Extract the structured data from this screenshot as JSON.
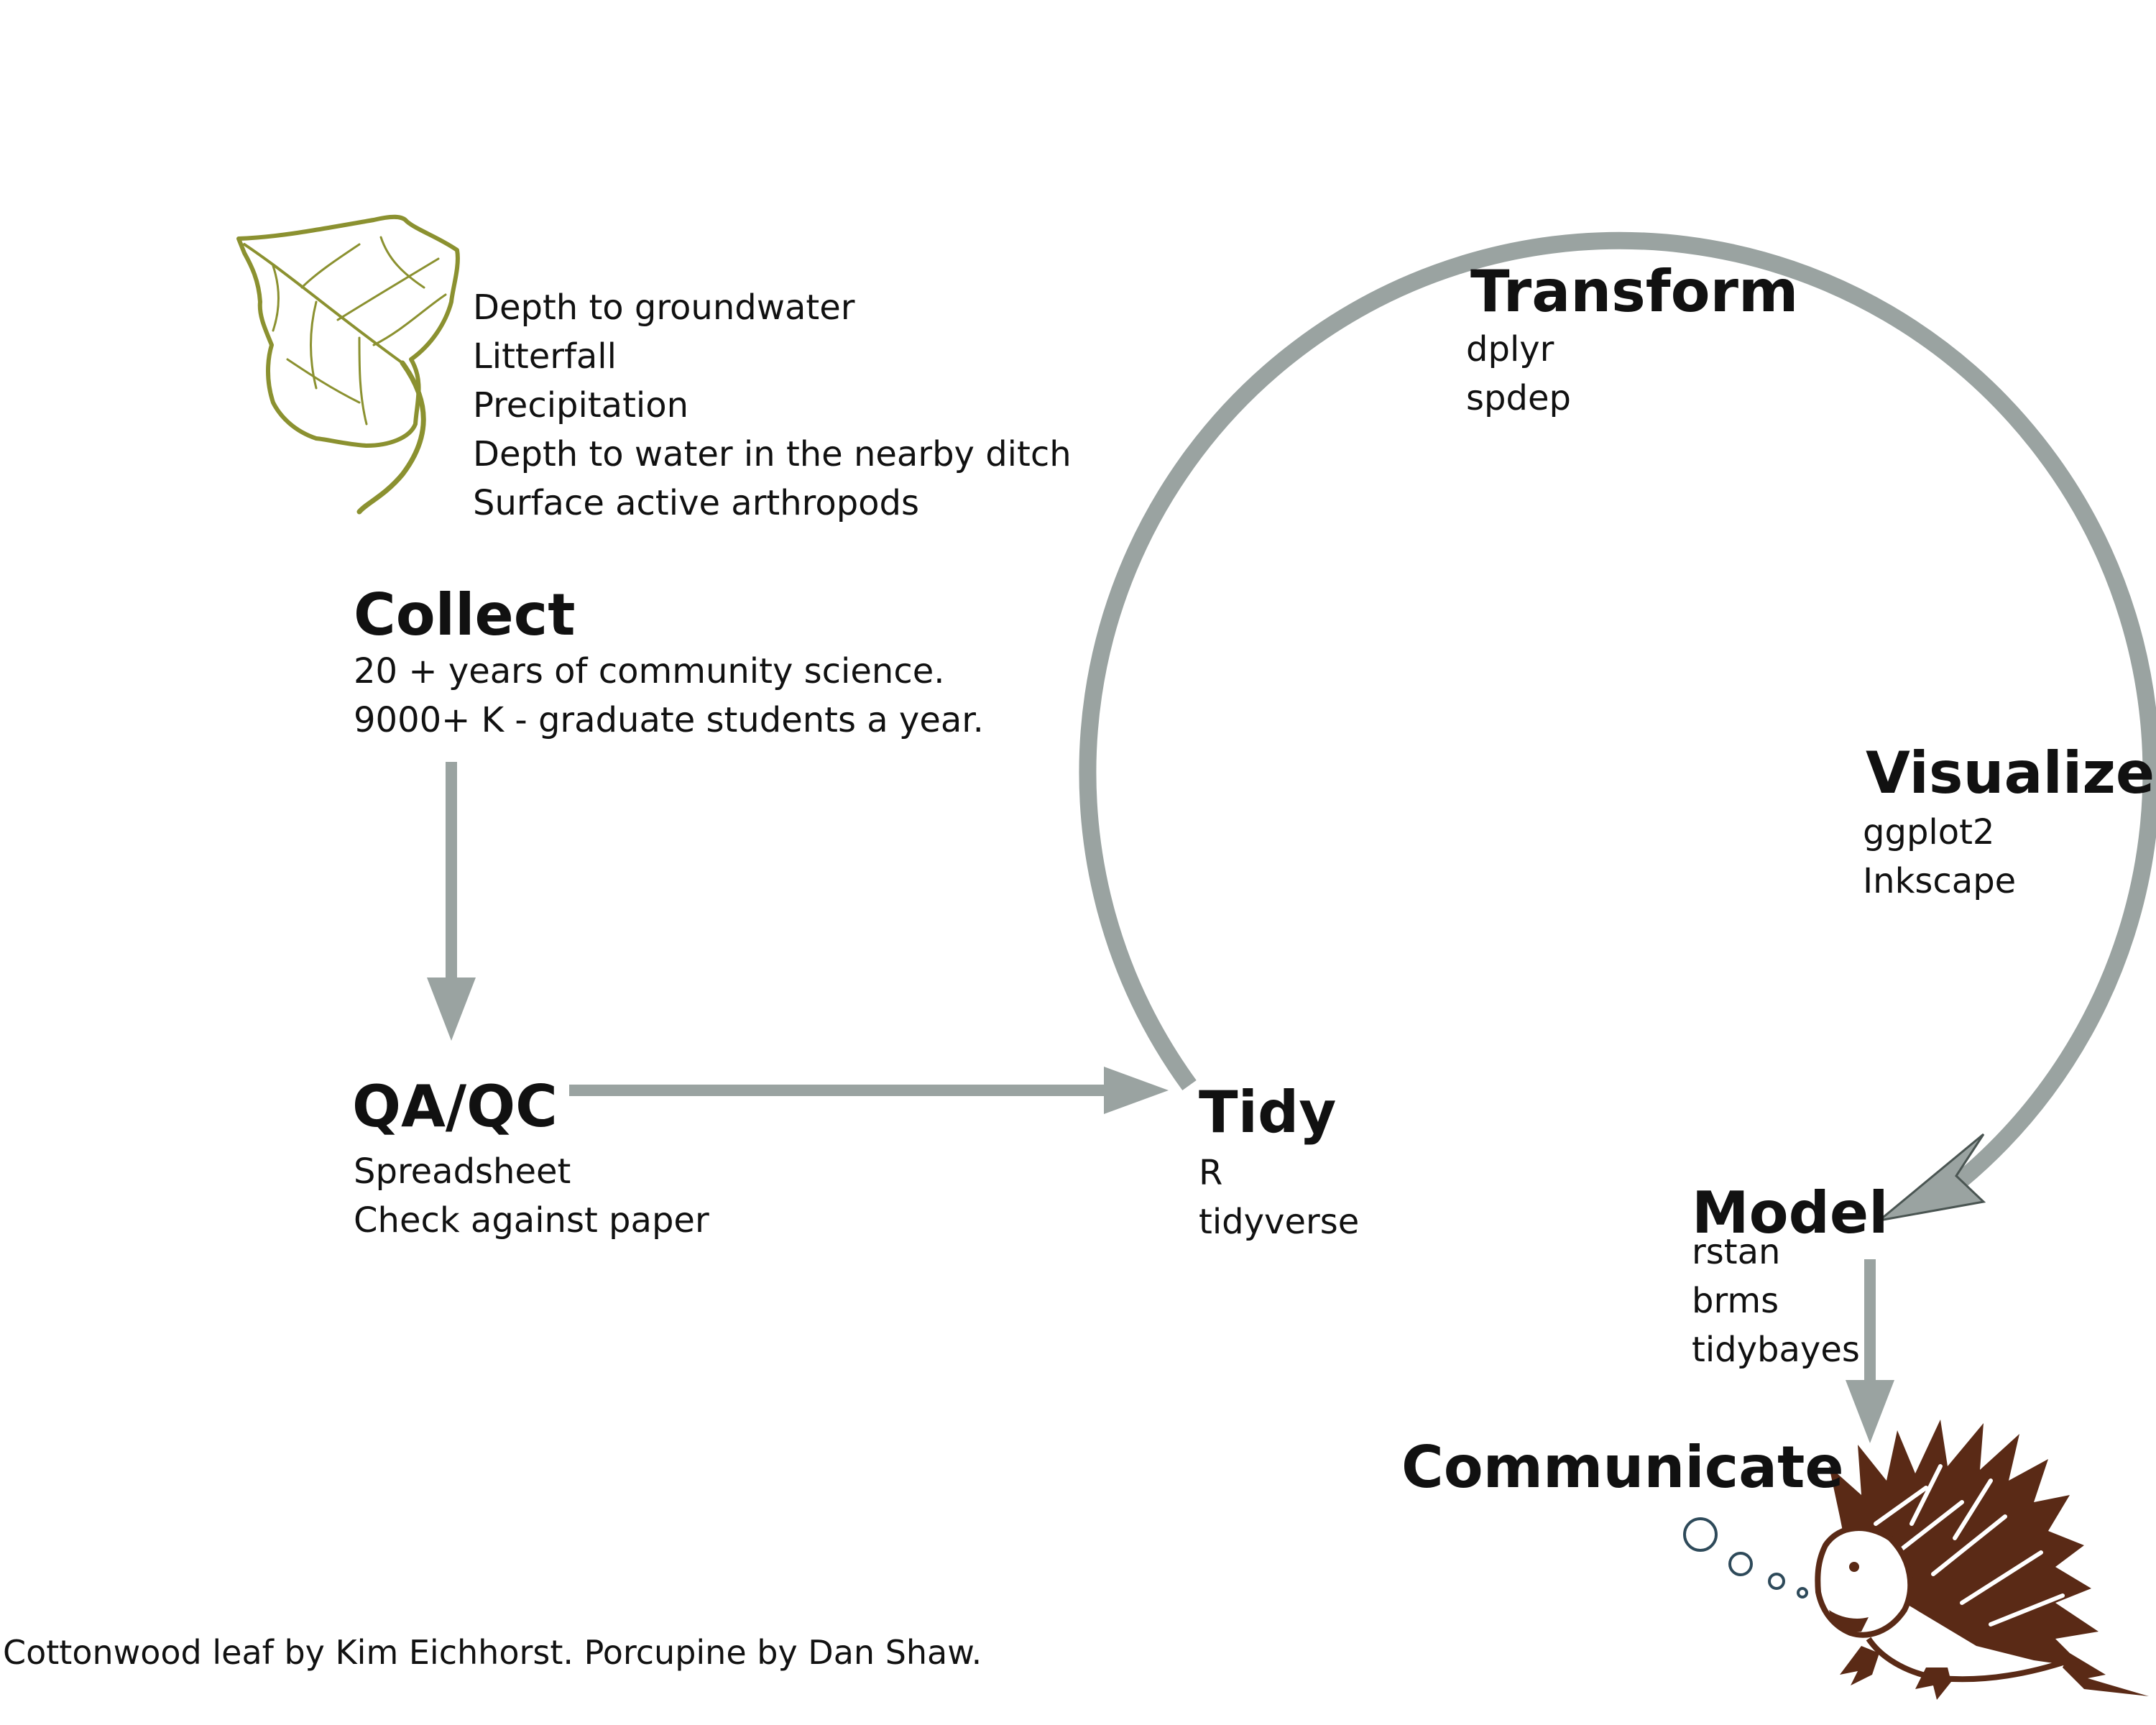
{
  "colors": {
    "arrow": "#9aa3a1",
    "leaf": "#8b9130",
    "porcupine": "#5a2a16",
    "bubbles": "#2e4a5a",
    "text": "#111111"
  },
  "leaf_items": [
    "Depth to groundwater",
    "Litterfall",
    "Precipitation",
    "Depth to water in the nearby ditch",
    "Surface active arthropods"
  ],
  "stages": {
    "collect": {
      "title": "Collect",
      "lines": [
        "20 + years of community science.",
        "9000+ K - graduate students a year."
      ]
    },
    "qaqc": {
      "title": "QA/QC",
      "lines": [
        "Spreadsheet",
        "Check against paper"
      ]
    },
    "tidy": {
      "title": "Tidy",
      "lines": [
        "R",
        "tidyverse"
      ]
    },
    "transform": {
      "title": "Transform",
      "lines": [
        "dplyr",
        "spdep"
      ]
    },
    "visualize": {
      "title": "Visualize",
      "lines": [
        "ggplot2",
        "Inkscape"
      ]
    },
    "model": {
      "title": "Model",
      "lines": [
        "rstan",
        "brms",
        "tidybayes"
      ]
    },
    "communicate": {
      "title": "Communicate"
    }
  },
  "credit": "Cottonwood leaf by Kim Eichhorst. Porcupine by Dan Shaw.",
  "icons": [
    "cottonwood-leaf-icon",
    "porcupine-icon",
    "thought-bubbles-icon"
  ]
}
